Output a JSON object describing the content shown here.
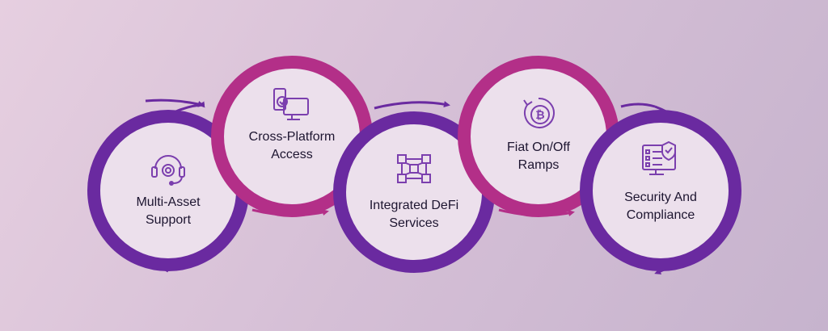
{
  "colors": {
    "purple": "#6a2aa0",
    "magenta": "#b32f88",
    "circle_fill": "#ece0ec",
    "icon_purple": "#7b3fae",
    "text": "#1d1530"
  },
  "steps": [
    {
      "label": "Multi-Asset\nSupport",
      "icon": "headset-gear-icon",
      "ring": "purple"
    },
    {
      "label": "Cross-Platform\nAccess",
      "icon": "devices-icon",
      "ring": "magenta"
    },
    {
      "label": "Integrated DeFi\nServices",
      "icon": "blockchain-cubes-icon",
      "ring": "purple"
    },
    {
      "label": "Fiat On/Off\nRamps",
      "icon": "bitcoin-cycle-icon",
      "ring": "magenta"
    },
    {
      "label": "Security And\nCompliance",
      "icon": "monitor-shield-checklist-icon",
      "ring": "purple"
    }
  ]
}
